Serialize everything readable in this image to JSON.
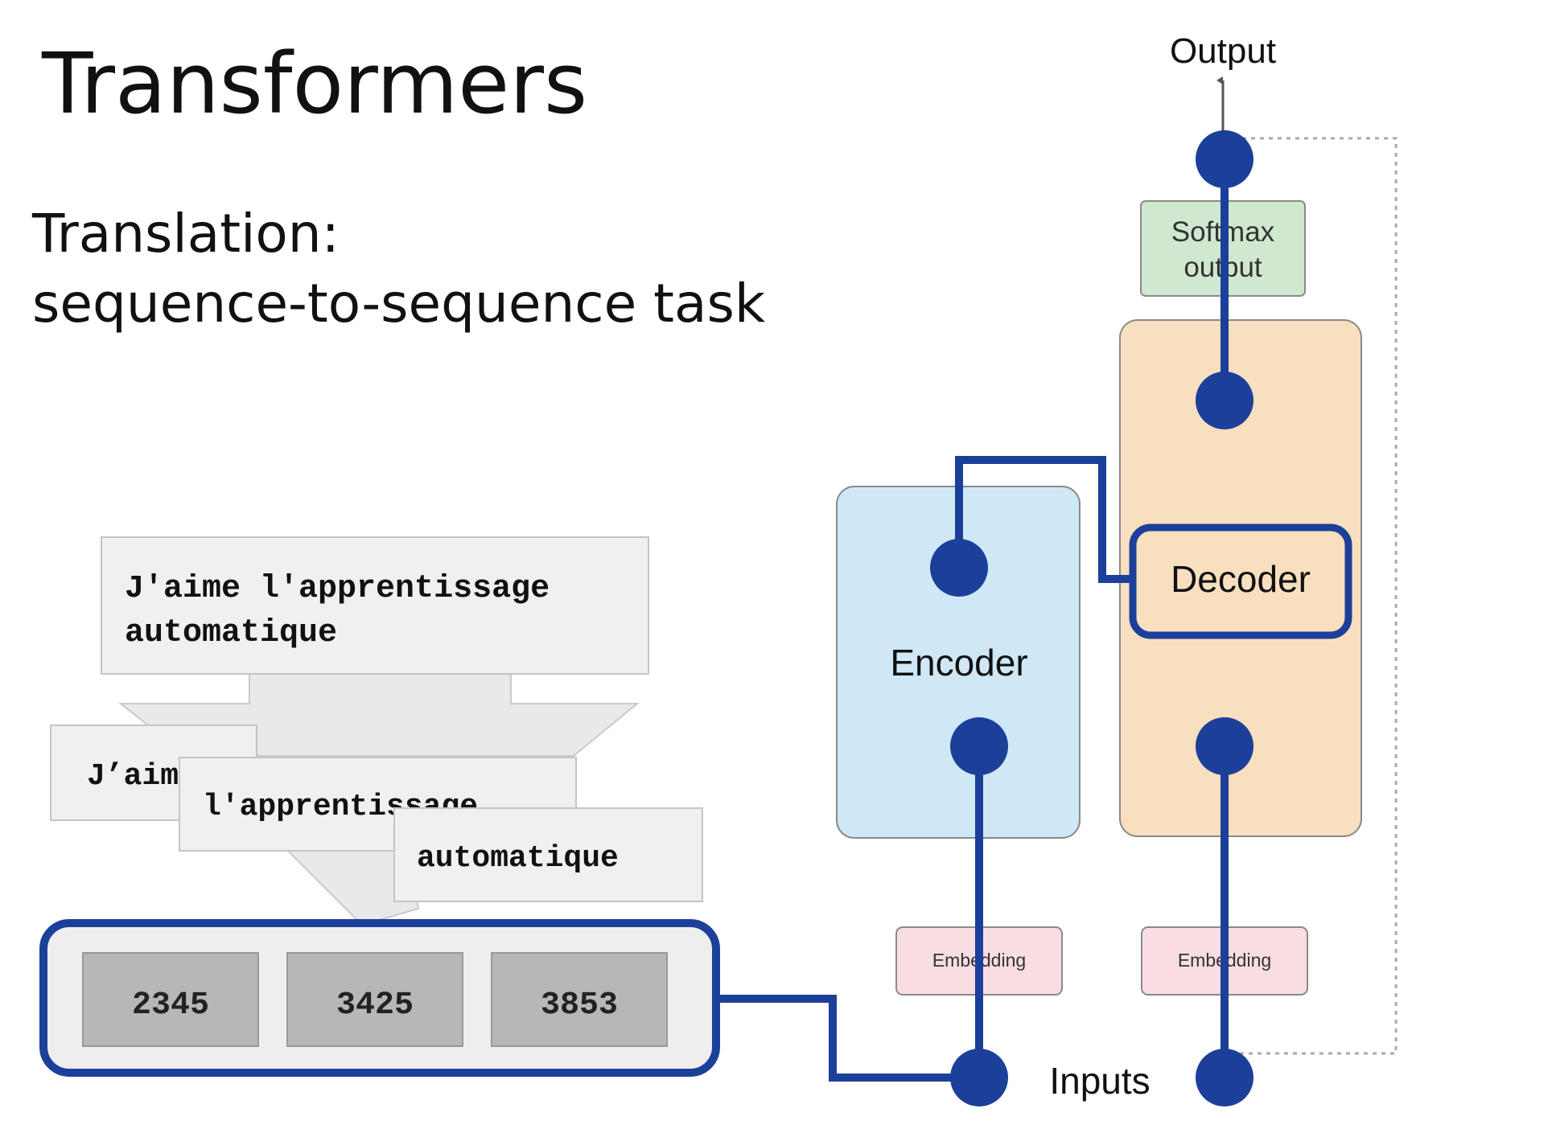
{
  "slide": {
    "title": "Transformers",
    "subtitle_line1": "Translation:",
    "subtitle_line2": "sequence-to-sequence task"
  },
  "sentence": {
    "line1": "J'aime l'apprentissage",
    "line2": "automatique"
  },
  "tokens": [
    {
      "text": "J’aime"
    },
    {
      "text": "l'apprentissage"
    },
    {
      "text": "automatique"
    }
  ],
  "token_ids": [
    "2345",
    "3425",
    "3853"
  ],
  "architecture": {
    "output_label": "Output",
    "softmax_line1": "Softmax",
    "softmax_line2": "output",
    "decoder_label": "Decoder",
    "encoder_label": "Encoder",
    "embedding_encoder": "Embedding",
    "embedding_decoder": "Embedding",
    "inputs_label": "Inputs"
  },
  "colors": {
    "accent_blue": "#1c3f9a",
    "encoder_fill": "#cfe8f6",
    "decoder_fill": "#f8dfbf",
    "softmax_fill": "#cfe8cf",
    "embedding_fill": "#f8dde2",
    "token_box_fill": "#f0f0f0",
    "id_box_fill": "#b7b7b7"
  }
}
